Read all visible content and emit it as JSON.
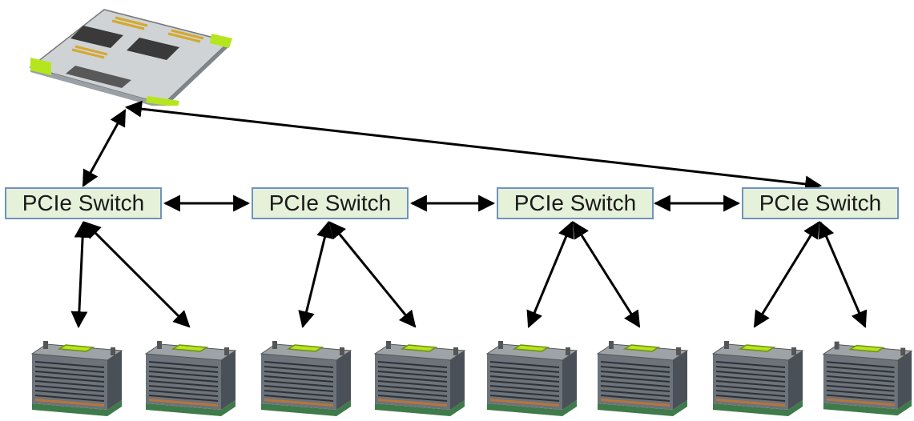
{
  "diagram": {
    "host": {
      "icon": "server-motherboard-icon"
    },
    "switches": [
      {
        "label": "PCIe Switch"
      },
      {
        "label": "PCIe Switch"
      },
      {
        "label": "PCIe Switch"
      },
      {
        "label": "PCIe Switch"
      }
    ],
    "gpu_icon": "gpu-heatsink-icon",
    "gpu_count": 8,
    "colors": {
      "switch_fill": "#e6f1da",
      "switch_border": "#6f93bd",
      "arrow": "#000000",
      "accent_green": "#b5e61d"
    }
  }
}
